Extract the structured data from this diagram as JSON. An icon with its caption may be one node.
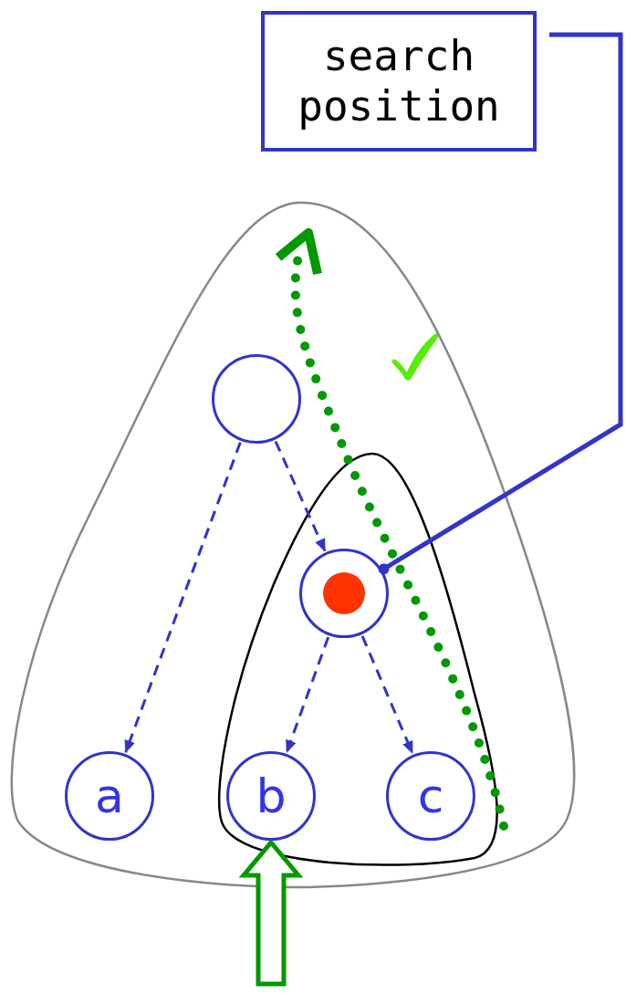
{
  "diagram": {
    "nodes": [
      {
        "text": [],
        "shape": "triangle"
      },
      {
        "text": [],
        "shape": "circle",
        "in": 0
      },
      {
        "text": [],
        "shape": "triangle",
        "in": 0
      },
      {
        "text": [],
        "shape": "circle",
        "in": 2
      },
      {
        "text": [
          "a"
        ],
        "in": 0
      },
      {
        "text": [
          "b"
        ],
        "in": 2
      },
      {
        "text": [
          "c"
        ],
        "in": 2
      },
      {
        "text": [
          "search position"
        ]
      }
    ],
    "edges": [
      {
        "from": 1,
        "to": 4,
        "arrow": "to",
        "style": "dashed"
      },
      {
        "from": 1,
        "to": 3,
        "arrow": "to",
        "style": "dashed"
      },
      {
        "from": 3,
        "to": 5,
        "arrow": "to",
        "style": "dashed"
      },
      {
        "from": 3,
        "to": 6,
        "arrow": "to",
        "style": "dashed"
      },
      {
        "from": 7,
        "to": 3,
        "arrow": "other"
      },
      {
        "from": null,
        "to": 5,
        "arrow": "to",
        "color": "#009900"
      }
    ]
  }
}
